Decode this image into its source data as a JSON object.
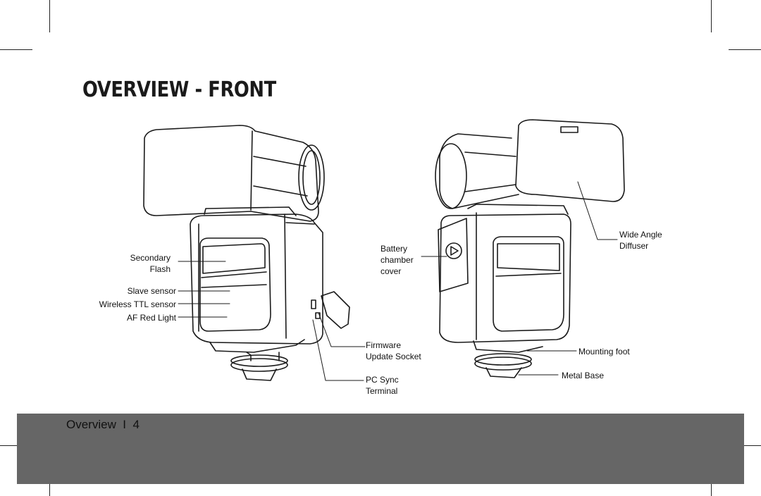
{
  "page": {
    "title": "OVERVIEW - FRONT",
    "footer": "Overview  I  4"
  },
  "labels": {
    "secondary_flash": [
      "Secondary",
      "Flash"
    ],
    "slave_sensor": "Slave sensor",
    "wireless_ttl_sensor": "Wireless TTL sensor",
    "af_red_light": "AF Red Light",
    "battery_chamber_cover": [
      "Battery",
      "chamber",
      "cover"
    ],
    "firmware_update_socket": [
      "Firmware",
      "Update Socket"
    ],
    "pc_sync_terminal": [
      "PC Sync",
      "Terminal"
    ],
    "wide_angle_diffuser": [
      "Wide Angle",
      "Diffuser"
    ],
    "mounting_foot": "Mounting foot",
    "metal_base": "Metal Base"
  },
  "colors": {
    "footer_band": "#666666",
    "line_art": "#1a1a1a"
  }
}
